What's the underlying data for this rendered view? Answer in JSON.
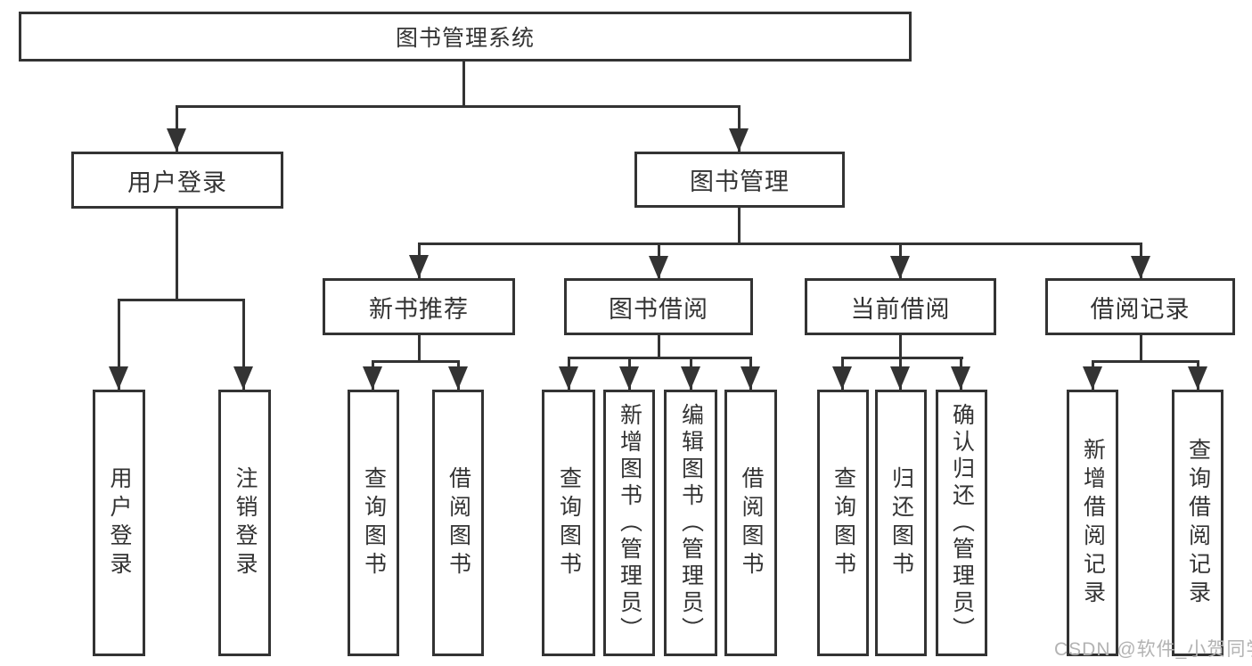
{
  "root": {
    "label": "图书管理系统"
  },
  "branches": {
    "user_login": {
      "label": "用户登录",
      "children": [
        {
          "label": "用户登录"
        },
        {
          "label": "注销登录"
        }
      ]
    },
    "book_mgmt": {
      "label": "图书管理",
      "groups": [
        {
          "label": "新书推荐",
          "children": [
            {
              "label": "查询图书"
            },
            {
              "label": "借阅图书"
            }
          ]
        },
        {
          "label": "图书借阅",
          "children": [
            {
              "label": "查询图书"
            },
            {
              "label": "新增图书（管理员）"
            },
            {
              "label": "编辑图书（管理员）"
            },
            {
              "label": "借阅图书"
            }
          ]
        },
        {
          "label": "当前借阅",
          "children": [
            {
              "label": "查询图书"
            },
            {
              "label": "归还图书"
            },
            {
              "label": "确认归还（管理员）"
            }
          ]
        },
        {
          "label": "借阅记录",
          "children": [
            {
              "label": "新增借阅记录"
            },
            {
              "label": "查询借阅记录"
            }
          ]
        }
      ]
    }
  },
  "watermark": {
    "text": "CSDN @软件_小贺同学"
  },
  "colors": {
    "line": "#333333",
    "text": "#333333",
    "watermark": "#b3b3b3",
    "background": "#ffffff"
  }
}
